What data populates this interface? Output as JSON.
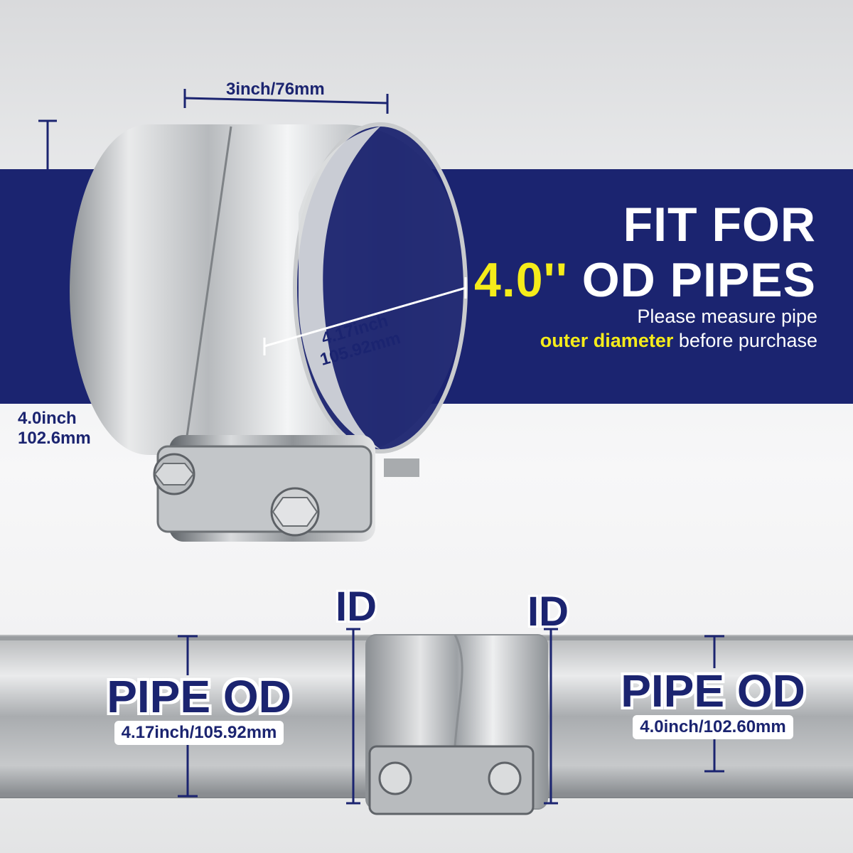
{
  "headline": {
    "line1": "FIT FOR",
    "line2_highlight": "4.0''",
    "line2_rest": " OD PIPES",
    "sub_line1": "Please measure pipe",
    "sub_line2_highlight": "outer diameter",
    "sub_line2_rest": " before purchase"
  },
  "dimensions": {
    "width": "3inch/76mm",
    "height_line1": "4.0inch",
    "height_line2": "102.6mm",
    "diameter_line1": "4.17inch",
    "diameter_line2": "105.92mm"
  },
  "pipe_diagram": {
    "id_left": "ID",
    "id_right": "ID",
    "od_left_title": "PIPE OD",
    "od_left_size": "4.17inch/105.92mm",
    "od_right_title": "PIPE OD",
    "od_right_size": "4.0inch/102.60mm"
  },
  "colors": {
    "navy": "#1b2470",
    "yellow": "#f5ec1a"
  },
  "icons": [
    "exhaust-clamp-image",
    "pipe-image",
    "small-clamp-image"
  ]
}
